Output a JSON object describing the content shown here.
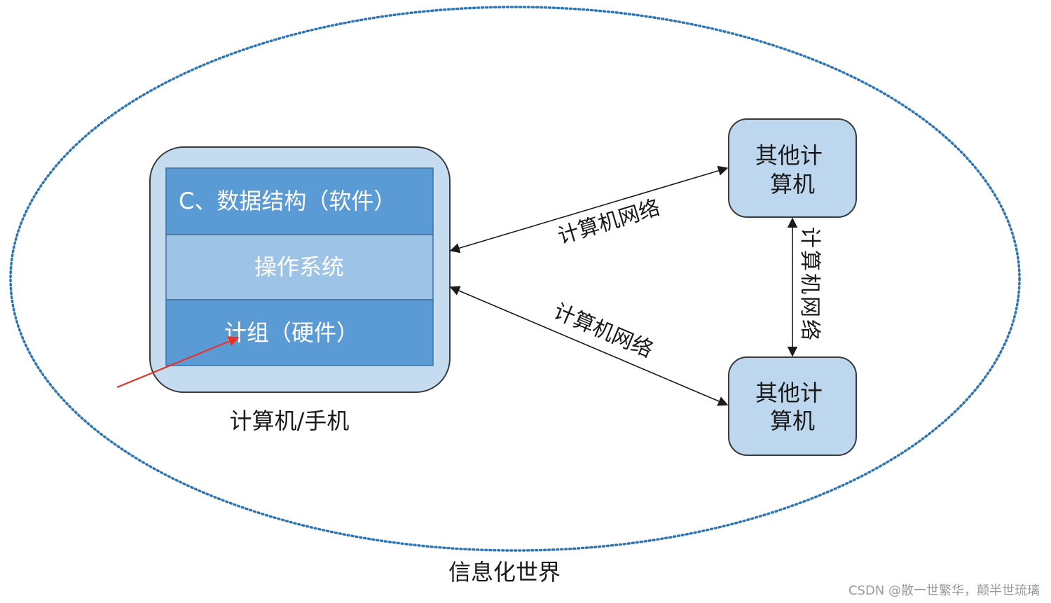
{
  "world": {
    "label": "信息化世界"
  },
  "computer": {
    "caption": "计算机/手机",
    "layers": {
      "software": "C、数据结构（软件）",
      "os": "操作系统",
      "hardware": "计组（硬件）"
    }
  },
  "other_computers": {
    "top": [
      "其他计",
      "算机"
    ],
    "bottom": [
      "其他计",
      "算机"
    ]
  },
  "network": {
    "upper_link": "计算机网络",
    "lower_link": "计算机网络",
    "vertical_link": [
      "计",
      "算",
      "机",
      "网",
      "络"
    ]
  },
  "watermark": "CSDN @散一世繁华，颠半世琉璃",
  "colors": {
    "outer_box_fill": "#c5dcf0",
    "software_layer": "#5b9bd5",
    "os_layer": "#9dc3e6",
    "hardware_layer": "#5b9bd5",
    "other_box_fill": "#bdd7ee",
    "ellipse_stroke": "#2e75b6",
    "annotation_arrow": "#e8332a"
  }
}
